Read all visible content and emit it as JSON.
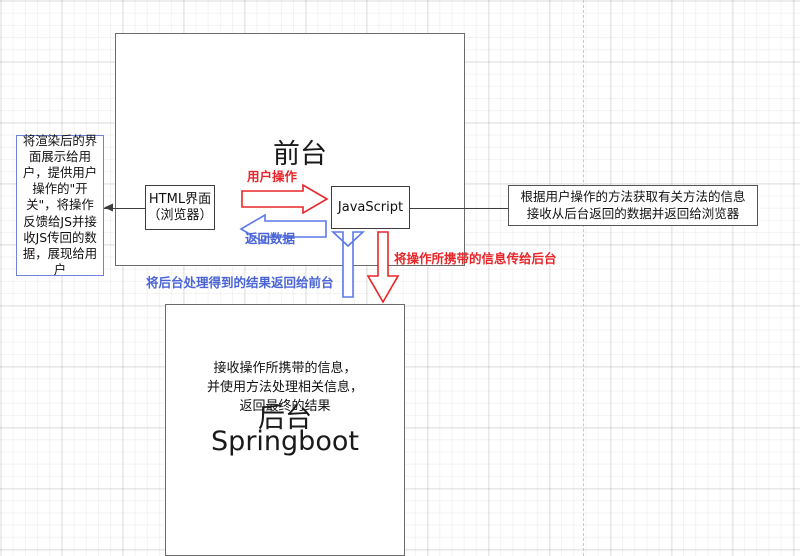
{
  "diagram": {
    "frontend_group": {
      "title": "前台",
      "html_node": "HTML界面\n（浏览器）",
      "js_node": "JavaScript"
    },
    "backend_group": {
      "description": "接收操作所携带的信息，\n并使用方法处理相关信息，\n返回最终的结果",
      "title": "后台",
      "subtitle": "Springboot"
    },
    "notes": {
      "left_note": "将渲染后的界面展示给用户，提供用户操作的\"开关\"，将操作反馈给JS并接收JS传回的数据，展现给用户",
      "right_note": "根据用户操作的方法获取有关方法的信息\n接收从后台返回的数据并返回给浏览器"
    },
    "arrow_labels": {
      "user_action": "用户操作",
      "return_data": "返回数据",
      "send_to_backend": "将操作所携带的信息传给后台",
      "return_to_frontend": "将后台处理得到的结果返回给前台"
    },
    "colors": {
      "red": "#e8262a",
      "blue": "#4a64d6",
      "box_border": "#6b6b6b",
      "note_blue_border": "#6f81d8",
      "grid": "#e8e8e8"
    }
  }
}
